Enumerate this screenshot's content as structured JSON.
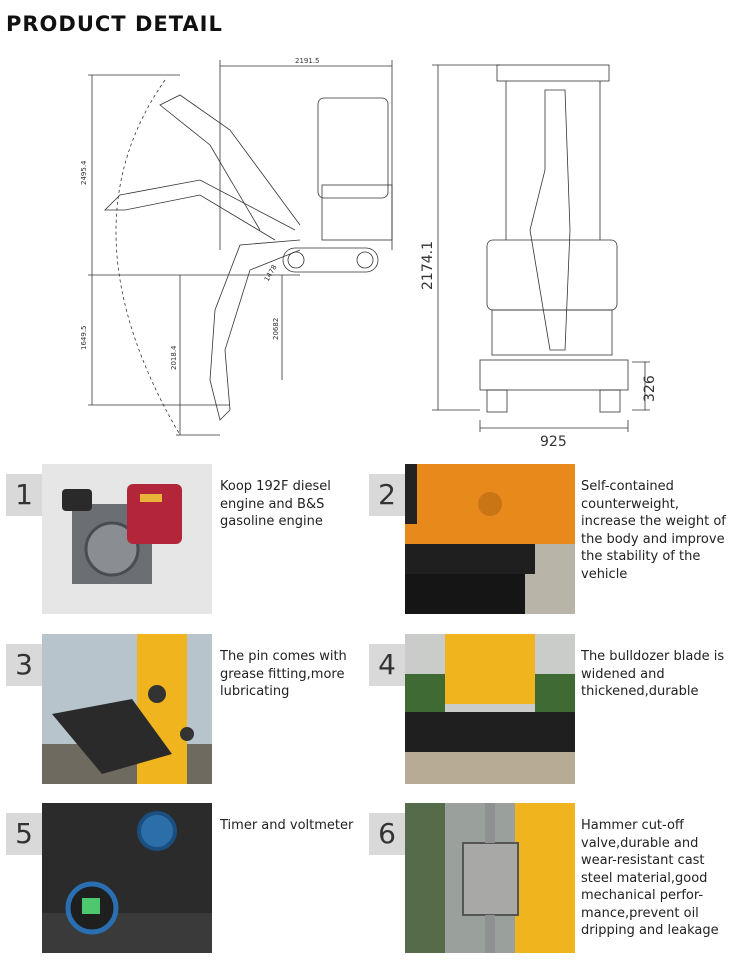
{
  "page": {
    "title": "PRODUCT DETAIL"
  },
  "drawing": {
    "dim_overall_length": "2191.5",
    "dim_dig_height": "2495.4",
    "dim_dig_depth": "1649.5",
    "dim_dump_height": "2018.4",
    "dim_reach": "20682",
    "dim_angle": "1478",
    "dim_total_height": "2174.1",
    "dim_track_width": "925",
    "dim_ground_clearance": "326"
  },
  "features": [
    {
      "number": "1",
      "text": "Koop 192F diesel engine and B&S gasoline engine",
      "icon": "diesel-engine-photo"
    },
    {
      "number": "2",
      "text": "Self-contained counterweight, increase the weight of the body and improve the stability of the vehicle",
      "icon": "counterweight-photo"
    },
    {
      "number": "3",
      "text": "The pin comes with grease fitting,more lubricating",
      "icon": "pin-grease-photo"
    },
    {
      "number": "4",
      "text": "The bulldozer blade is widened and thickened,durable",
      "icon": "bulldozer-blade-photo"
    },
    {
      "number": "5",
      "text": "Timer and voltmeter",
      "icon": "timer-voltmeter-photo"
    },
    {
      "number": "6",
      "text": "Hammer cut-off valve,durable and wear-resistant cast steel material,good mechanical perfor-mance,prevent oil dripping and leakage",
      "icon": "hammer-valve-photo"
    }
  ],
  "colors": {
    "engine_red": "#b3263a",
    "machine_orange": "#e8891c",
    "machine_yellow": "#f0b51e",
    "track_black": "#1c1c1c",
    "number_box": "#d9d9d9"
  }
}
